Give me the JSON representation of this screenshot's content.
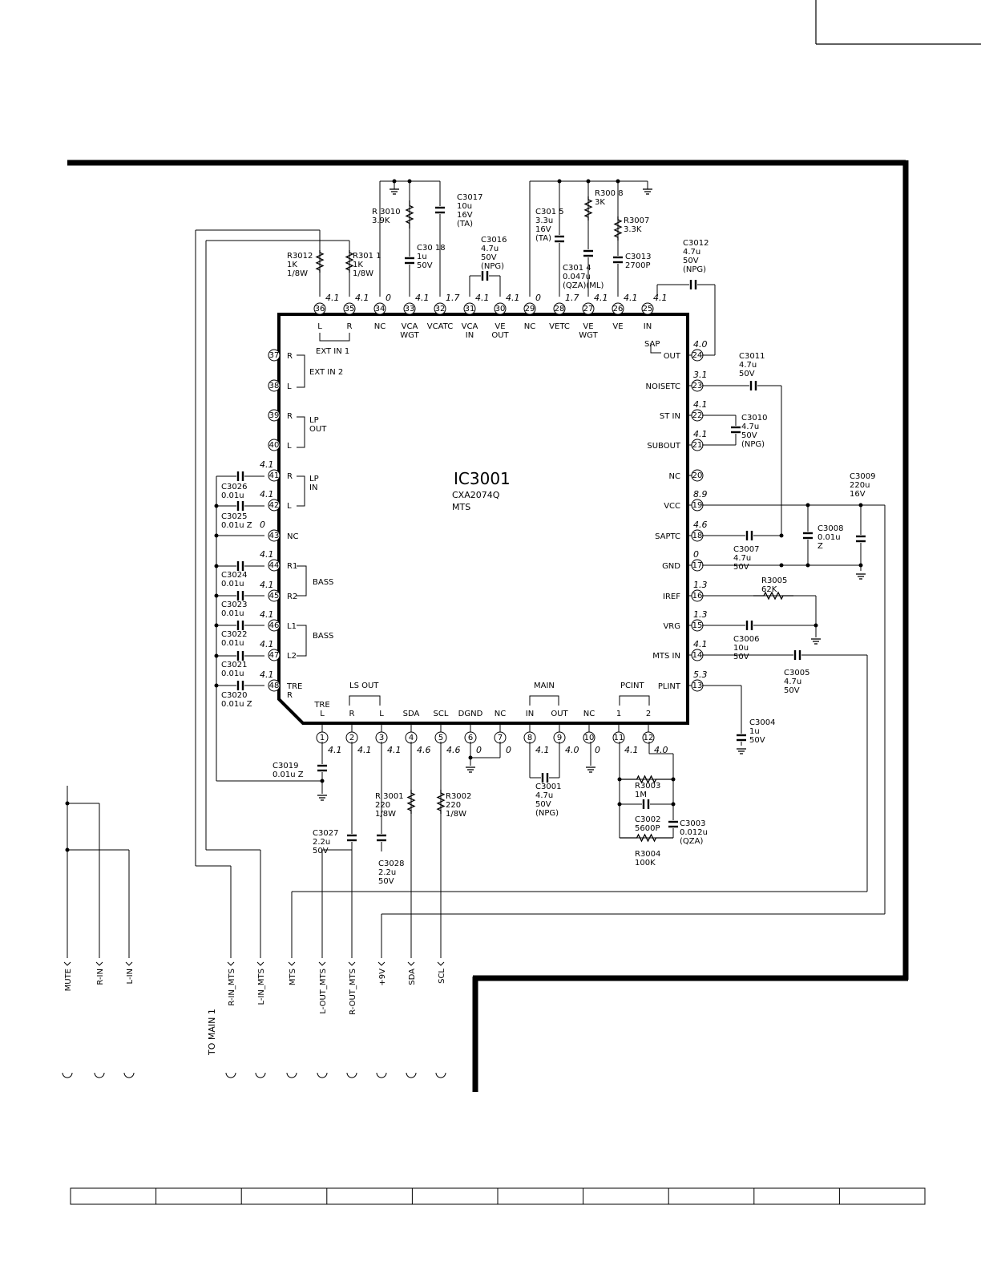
{
  "ic": {
    "ref": "IC3001",
    "part": "CXA2074Q",
    "function": "MTS",
    "top_pins": [
      {
        "n": "36",
        "name": "L",
        "v": "4.1"
      },
      {
        "n": "35",
        "name": "R",
        "v": "4.1"
      },
      {
        "n": "34",
        "name": "NC",
        "v": "0"
      },
      {
        "n": "33",
        "name": "VCA\nWGT",
        "v": "4.1"
      },
      {
        "n": "32",
        "name": "VCATC",
        "v": "1.7"
      },
      {
        "n": "31",
        "name": "VCA\nIN",
        "v": "4.1"
      },
      {
        "n": "30",
        "name": "VE\nOUT",
        "v": "4.1"
      },
      {
        "n": "29",
        "name": "NC",
        "v": "0"
      },
      {
        "n": "28",
        "name": "VETC",
        "v": "1.7"
      },
      {
        "n": "27",
        "name": "VE\nWGT",
        "v": "4.1"
      },
      {
        "n": "26",
        "name": "VE",
        "v": "4.1"
      },
      {
        "n": "25",
        "name": "IN",
        "v": "4.1"
      }
    ],
    "left_pins": [
      {
        "n": "37",
        "name": "R",
        "v": ""
      },
      {
        "n": "38",
        "name": "L",
        "v": ""
      },
      {
        "n": "39",
        "name": "R",
        "v": ""
      },
      {
        "n": "40",
        "name": "L",
        "v": ""
      },
      {
        "n": "41",
        "name": "R",
        "v": "4.1"
      },
      {
        "n": "42",
        "name": "L",
        "v": "4.1"
      },
      {
        "n": "43",
        "name": "NC",
        "v": "0"
      },
      {
        "n": "44",
        "name": "R1",
        "v": "4.1"
      },
      {
        "n": "45",
        "name": "R2",
        "v": "4.1"
      },
      {
        "n": "46",
        "name": "L1",
        "v": "4.1"
      },
      {
        "n": "47",
        "name": "L2",
        "v": "4.1"
      },
      {
        "n": "48",
        "name": "TRE\nR",
        "v": "4.1"
      }
    ],
    "right_pins": [
      {
        "n": "24",
        "name": "OUT",
        "v": "4.0"
      },
      {
        "n": "23",
        "name": "NOISETC",
        "v": "3.1"
      },
      {
        "n": "22",
        "name": "ST IN",
        "v": "4.1"
      },
      {
        "n": "21",
        "name": "SUBOUT",
        "v": "4.1"
      },
      {
        "n": "20",
        "name": "NC",
        "v": ""
      },
      {
        "n": "19",
        "name": "VCC",
        "v": "8.9"
      },
      {
        "n": "18",
        "name": "SAPTC",
        "v": "4.6"
      },
      {
        "n": "17",
        "name": "GND",
        "v": "0"
      },
      {
        "n": "16",
        "name": "IREF",
        "v": "1.3"
      },
      {
        "n": "15",
        "name": "VRG",
        "v": "1.3"
      },
      {
        "n": "14",
        "name": "MTS IN",
        "v": "4.1"
      },
      {
        "n": "13",
        "name": "PLINT",
        "v": "5.3"
      }
    ],
    "bottom_pins": [
      {
        "n": "1",
        "name": "TRE\nL",
        "v": "4.1"
      },
      {
        "n": "2",
        "name": "R",
        "v": "4.1"
      },
      {
        "n": "3",
        "name": "L",
        "v": "4.1"
      },
      {
        "n": "4",
        "name": "SDA",
        "v": "4.6"
      },
      {
        "n": "5",
        "name": "SCL",
        "v": "4.6"
      },
      {
        "n": "6",
        "name": "DGND",
        "v": "0"
      },
      {
        "n": "7",
        "name": "NC",
        "v": "0"
      },
      {
        "n": "8",
        "name": "IN",
        "v": "4.1"
      },
      {
        "n": "9",
        "name": "OUT",
        "v": "4.0"
      },
      {
        "n": "10",
        "name": "NC",
        "v": "0"
      },
      {
        "n": "11",
        "name": "1",
        "v": "4.1"
      },
      {
        "n": "12",
        "name": "2",
        "v": "4.0"
      }
    ],
    "groups": {
      "ext_in_1": "EXT IN 1",
      "ext_in_2": "EXT IN 2",
      "lp_out": "LP\nOUT",
      "lp_in": "LP\nIN",
      "bass_r": "BASS",
      "bass_l": "BASS",
      "ls_out": "LS OUT",
      "main": "MAIN",
      "pcint": "PCINT",
      "sap": "SAP"
    }
  },
  "components": [
    {
      "id": "c3017",
      "text": "C3017\n10u\n16V\n(TA)"
    },
    {
      "id": "r3010",
      "text": "R 3010\n3.9K"
    },
    {
      "id": "c3018",
      "text": "C30 18\n1u\n50V"
    },
    {
      "id": "c3016",
      "text": "C3016\n4.7u\n50V\n(NPG)"
    },
    {
      "id": "r3012",
      "text": "R3012\n1K\n1/8W"
    },
    {
      "id": "r3011",
      "text": "R301 1\n1K\n1/8W"
    },
    {
      "id": "c3015",
      "text": "C301 5\n3.3u\n16V\n(TA)"
    },
    {
      "id": "r3008",
      "text": "R300 8\n3K"
    },
    {
      "id": "r3007",
      "text": "R3007\n3.3K"
    },
    {
      "id": "c3014",
      "text": "C301 4\n0.047u\n(QZA)(ML)"
    },
    {
      "id": "c3013",
      "text": "C3013\n2700P"
    },
    {
      "id": "c3012",
      "text": "C3012\n4.7u\n50V\n(NPG)"
    },
    {
      "id": "c3011",
      "text": "C3011\n4.7u\n50V"
    },
    {
      "id": "c3010",
      "text": "C3010\n4.7u\n50V\n(NPG)"
    },
    {
      "id": "c3009",
      "text": "C3009\n220u\n16V"
    },
    {
      "id": "c3008",
      "text": "C3008\n0.01u\nZ"
    },
    {
      "id": "c3007",
      "text": "C3007\n4.7u\n50V"
    },
    {
      "id": "r3005",
      "text": "R3005\n62K"
    },
    {
      "id": "c3006",
      "text": "C3006\n10u\n50V"
    },
    {
      "id": "c3005",
      "text": "C3005\n4.7u\n50V"
    },
    {
      "id": "c3004",
      "text": "C3004\n1u\n50V"
    },
    {
      "id": "c3026",
      "text": "C3026\n0.01u"
    },
    {
      "id": "c3025",
      "text": "C3025\n0.01u Z"
    },
    {
      "id": "c3024",
      "text": "C3024\n0.01u"
    },
    {
      "id": "c3023",
      "text": "C3023\n0.01u"
    },
    {
      "id": "c3022",
      "text": "C3022\n0.01u"
    },
    {
      "id": "c3021",
      "text": "C3021\n0.01u"
    },
    {
      "id": "c3020",
      "text": "C3020\n0.01u Z"
    },
    {
      "id": "c3019",
      "text": "C3019\n0.01u Z"
    },
    {
      "id": "r3001",
      "text": "R 3001\n220\n1/8W"
    },
    {
      "id": "r3002",
      "text": "R3002\n220\n1/8W"
    },
    {
      "id": "c3027",
      "text": "C3027\n2.2u\n50V"
    },
    {
      "id": "c3028",
      "text": "C3028\n2.2u\n50V"
    },
    {
      "id": "c3001",
      "text": "C3001\n4.7u\n50V\n(NPG)"
    },
    {
      "id": "r3003",
      "text": "R3003\n1M"
    },
    {
      "id": "c3002",
      "text": "C3002\n5600P"
    },
    {
      "id": "c3003",
      "text": "C3003\n0.012u\n(QZA)"
    },
    {
      "id": "r3004",
      "text": "R3004\n100K"
    }
  ],
  "connector": {
    "title": "TO MAIN 1",
    "left_signals": [
      "MUTE",
      "R-IN",
      "L-IN"
    ],
    "signals": [
      "R-IN_MTS",
      "L-IN_MTS",
      "MTS",
      "L-OUT_MTS",
      "R-OUT_MTS",
      "+9V",
      "SDA",
      "SCL"
    ]
  },
  "footer_cells": 10
}
